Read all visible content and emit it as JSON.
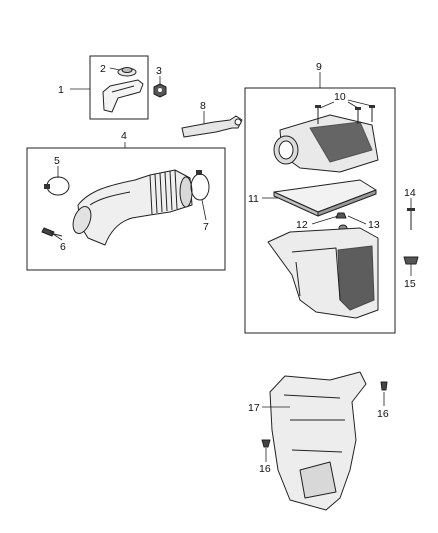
{
  "callouts": [
    {
      "id": "c1",
      "text": "1"
    },
    {
      "id": "c2",
      "text": "2"
    },
    {
      "id": "c3",
      "text": "3"
    },
    {
      "id": "c4",
      "text": "4"
    },
    {
      "id": "c5",
      "text": "5"
    },
    {
      "id": "c6",
      "text": "6"
    },
    {
      "id": "c7",
      "text": "7"
    },
    {
      "id": "c8",
      "text": "8"
    },
    {
      "id": "c9",
      "text": "9"
    },
    {
      "id": "c10",
      "text": "10"
    },
    {
      "id": "c11",
      "text": "11"
    },
    {
      "id": "c12",
      "text": "12"
    },
    {
      "id": "c13",
      "text": "13"
    },
    {
      "id": "c14",
      "text": "14"
    },
    {
      "id": "c15",
      "text": "15"
    },
    {
      "id": "c16a",
      "text": "16"
    },
    {
      "id": "c16b",
      "text": "16"
    },
    {
      "id": "c17",
      "text": "17"
    }
  ],
  "colors": {
    "line": "#222222",
    "part_fill": "#f4f4f4",
    "dark_fill": "#3a3a3a",
    "background": "#ffffff"
  }
}
